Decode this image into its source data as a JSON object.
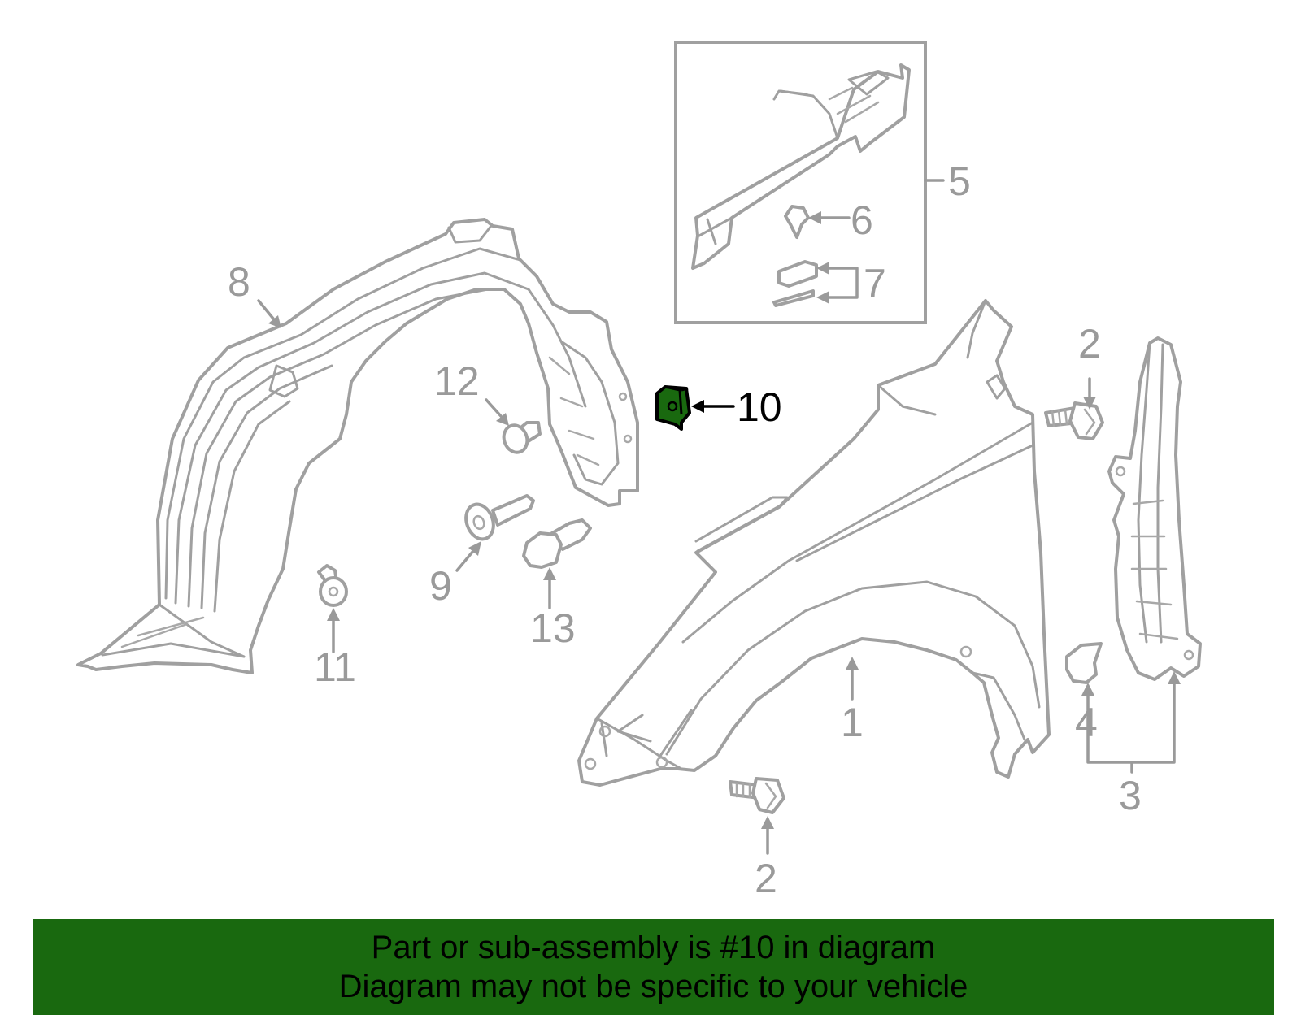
{
  "diagram": {
    "highlight_color": "#19690f",
    "line_color": "#a0a0a0",
    "highlighted_callout": "10",
    "callouts": {
      "c1": "1",
      "c2a": "2",
      "c2b": "2",
      "c3": "3",
      "c4": "4",
      "c5": "5",
      "c6": "6",
      "c7": "7",
      "c8": "8",
      "c9": "9",
      "c10": "10",
      "c11": "11",
      "c12": "12",
      "c13": "13"
    }
  },
  "banner": {
    "background": "#19690f",
    "line1": "Part or sub-assembly is #10 in diagram",
    "line2": "Diagram may not be specific to your vehicle"
  }
}
